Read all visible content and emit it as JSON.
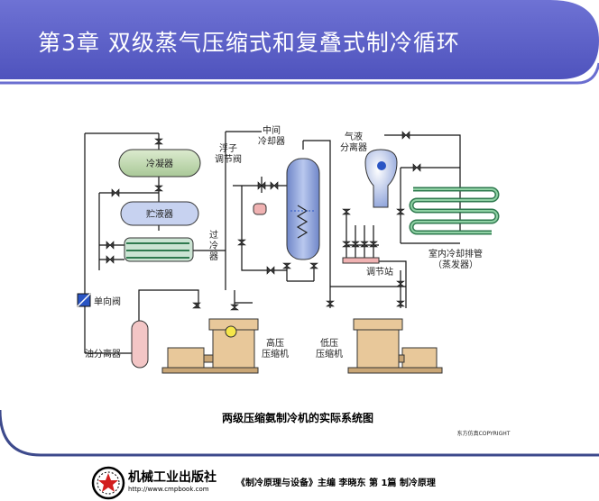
{
  "header": {
    "title": "第3章  双级蒸气压缩式和复叠式制冷循环"
  },
  "diagram": {
    "labels": {
      "condenser": "冷凝器",
      "receiver": "贮液器",
      "subcooler": "过\n冷\n器",
      "float_valve": "浮子\n调节阀",
      "intercooler": "中间\n冷却器",
      "separator": "气液\n分离器",
      "evaporator": "室内冷却排管\n（蒸发器）",
      "regulating_station": "调节站",
      "check_valve": "单向阀",
      "oil_separator": "油分离器",
      "hp_compressor": "高压\n压缩机",
      "lp_compressor": "低压\n压缩机"
    },
    "caption": "两级压缩氨制冷机的实际系统图",
    "copyright": "东方仿真COPYRIGHT"
  },
  "footer": {
    "publisher": "机械工业出版社",
    "url": "http://www.cmpbook.com",
    "book_info": "《制冷原理与设备》主编  李晓东    第 1篇   制冷原理"
  },
  "colors": {
    "title_bg": "#5b5fc7",
    "vessel_fill": "#c8e0b8",
    "intercooler_fill": "#8fa4d8",
    "separator_fill": "#c7d2f0",
    "valve_fill": "#3a3a3a",
    "compressor_fill": "#e8c89a"
  }
}
